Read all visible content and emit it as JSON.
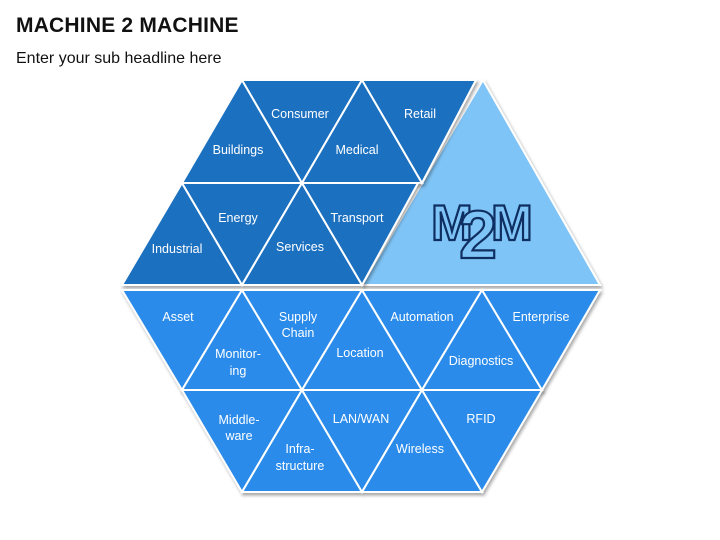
{
  "slide": {
    "title": "MACHINE 2 MACHINE",
    "subtitle": "Enter your sub headline here"
  },
  "colors": {
    "dark_blue": "#1b6fc0",
    "bright_blue": "#2c8bea",
    "light_blue": "#7fc4f6",
    "logo_outline": "#0f2f62"
  },
  "logo": {
    "left": "M",
    "middle": "2",
    "right": "M"
  },
  "labels": {
    "consumer": "Consumer",
    "retail": "Retail",
    "buildings": "Buildings",
    "medical": "Medical",
    "energy": "Energy",
    "transport": "Transport",
    "industrial": "Industrial",
    "services": "Services",
    "asset": "Asset",
    "supply_chain": [
      "Supply",
      "Chain"
    ],
    "automation": "Automation",
    "enterprise": "Enterprise",
    "monitoring": [
      "Monitor-",
      "ing"
    ],
    "location": "Location",
    "diagnostics": "Diagnostics",
    "middleware": [
      "Middle-",
      "ware"
    ],
    "lan_wan": "LAN/WAN",
    "rfid": "RFID",
    "infrastructure": [
      "Infra-",
      "structure"
    ],
    "wireless": "Wireless"
  }
}
